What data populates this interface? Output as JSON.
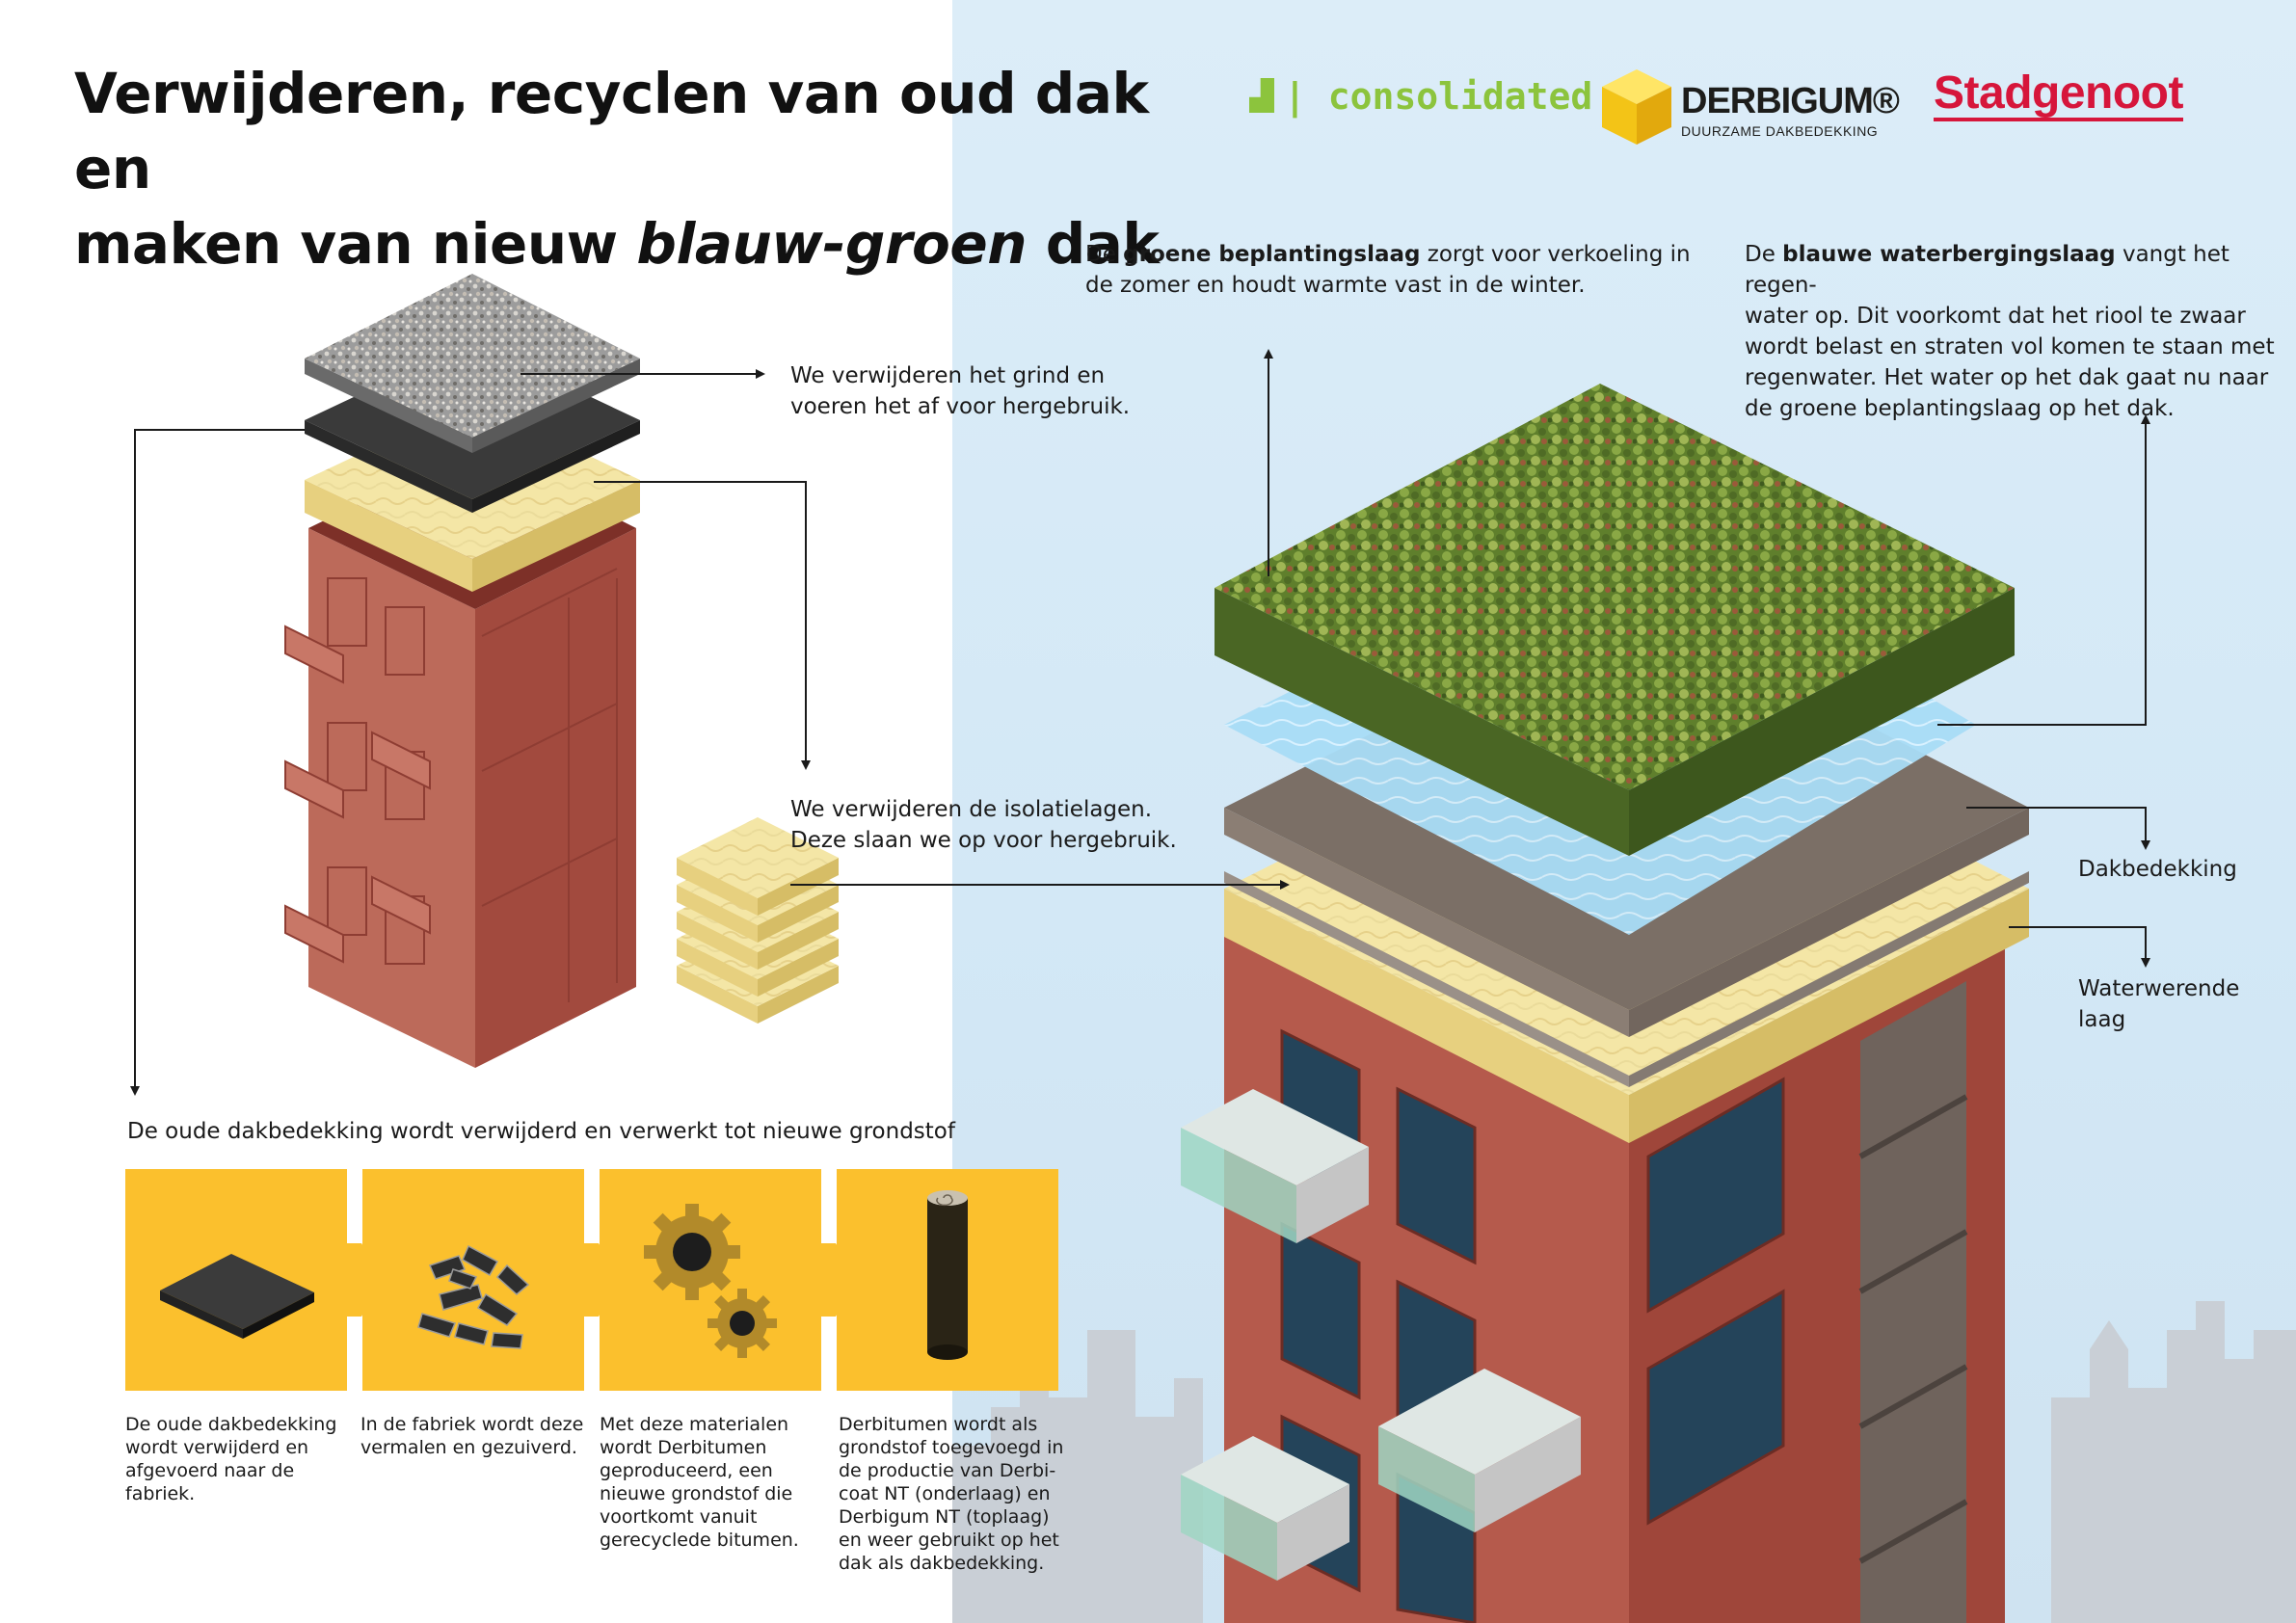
{
  "title": {
    "line1": "Verwijderen, recyclen van oud dak en",
    "line2_pre": "maken van nieuw ",
    "line2_em": "blauw-groen",
    "line2_post": " dak"
  },
  "logos": {
    "consolidated": "| consolidated",
    "derbigum_name": "DERBIGUM®",
    "derbigum_sub": "DUURZAME DAKBEDEKKING",
    "stadgenoot": "Stadgenoot"
  },
  "callouts": {
    "grind_line1": "We verwijderen het grind en",
    "grind_line2": "voeren het af voor hergebruik.",
    "isolatie_line1": "We verwijderen de isolatielagen.",
    "isolatie_line2": "Deze slaan we op voor hergebruik.",
    "groen_pre": "De ",
    "groen_bold": "groene beplantingslaag",
    "groen_post": " zorgt voor verkoeling in",
    "groen_line2": "de zomer en houdt warmte vast in de winter.",
    "blauw_pre": "De ",
    "blauw_bold": "blauwe waterbergingslaag",
    "blauw_post": " vangt het regen-",
    "blauw_line2": "water op. Dit  voorkomt dat het riool te zwaar",
    "blauw_line3": "wordt belast en straten vol komen te staan met",
    "blauw_line4": "regenwater. Het water op het dak gaat nu naar",
    "blauw_line5": "de groene beplantingslaag op het dak.",
    "dakbedekking": "Dakbedekking",
    "waterwerende_line1": "Waterwerende",
    "waterwerende_line2": "laag"
  },
  "process": {
    "heading": "De oude dakbedekking wordt verwijderd en verwerkt tot nieuwe grondstof",
    "steps": [
      {
        "icon": "roofing-slab-icon",
        "lines": [
          "De oude dakbedekking",
          "wordt verwijderd en",
          "afgevoerd naar de",
          "fabriek."
        ]
      },
      {
        "icon": "shredded-material-icon",
        "lines": [
          "In de fabriek wordt deze",
          "vermalen en gezuiverd."
        ]
      },
      {
        "icon": "gears-icon",
        "lines": [
          "Met deze materialen",
          "wordt Derbitumen",
          "geproduceerd, een",
          "nieuwe grondstof die",
          "voortkomt vanuit",
          "gerecyclede bitumen."
        ]
      },
      {
        "icon": "bitumen-roll-icon",
        "lines": [
          "Derbitumen wordt als",
          "grondstof toegevoegd in",
          "de productie van Derbi-",
          "coat NT (onderlaag) en",
          "Derbigum NT (toplaag)",
          "en weer gebruikt op het",
          "dak als dakbedekking."
        ]
      }
    ]
  },
  "colors": {
    "accent_yellow": "#fbc02d",
    "brick": "#b35a4c",
    "green_brand": "#8cc43d",
    "red_brand": "#d6163b",
    "sky": "#dcedf8"
  }
}
